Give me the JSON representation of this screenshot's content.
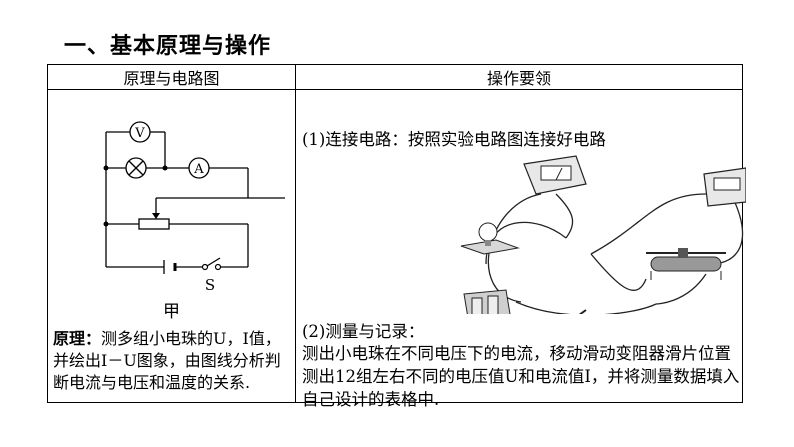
{
  "heading": "一、基本原理与操作",
  "table": {
    "col1_header": "原理与电路图",
    "col2_header": "操作要领"
  },
  "circuit": {
    "voltmeter": "V",
    "ammeter": "A",
    "switch": "S",
    "caption": "甲"
  },
  "principle": {
    "label": "原理：",
    "text": "测多组小电珠的U，I值，并绘出I－U图象，由图线分析判断电流与电压和温度的关系."
  },
  "step1": "(1)连接电路：按照实验电路图连接好电路",
  "step2": {
    "title": "(2)测量与记录：",
    "text": "测出小电珠在不同电压下的电流，移动滑动变阻器滑片位置测出12组左右不同的电压值U和电流值I，并将测量数据填入自己设计的表格中."
  }
}
